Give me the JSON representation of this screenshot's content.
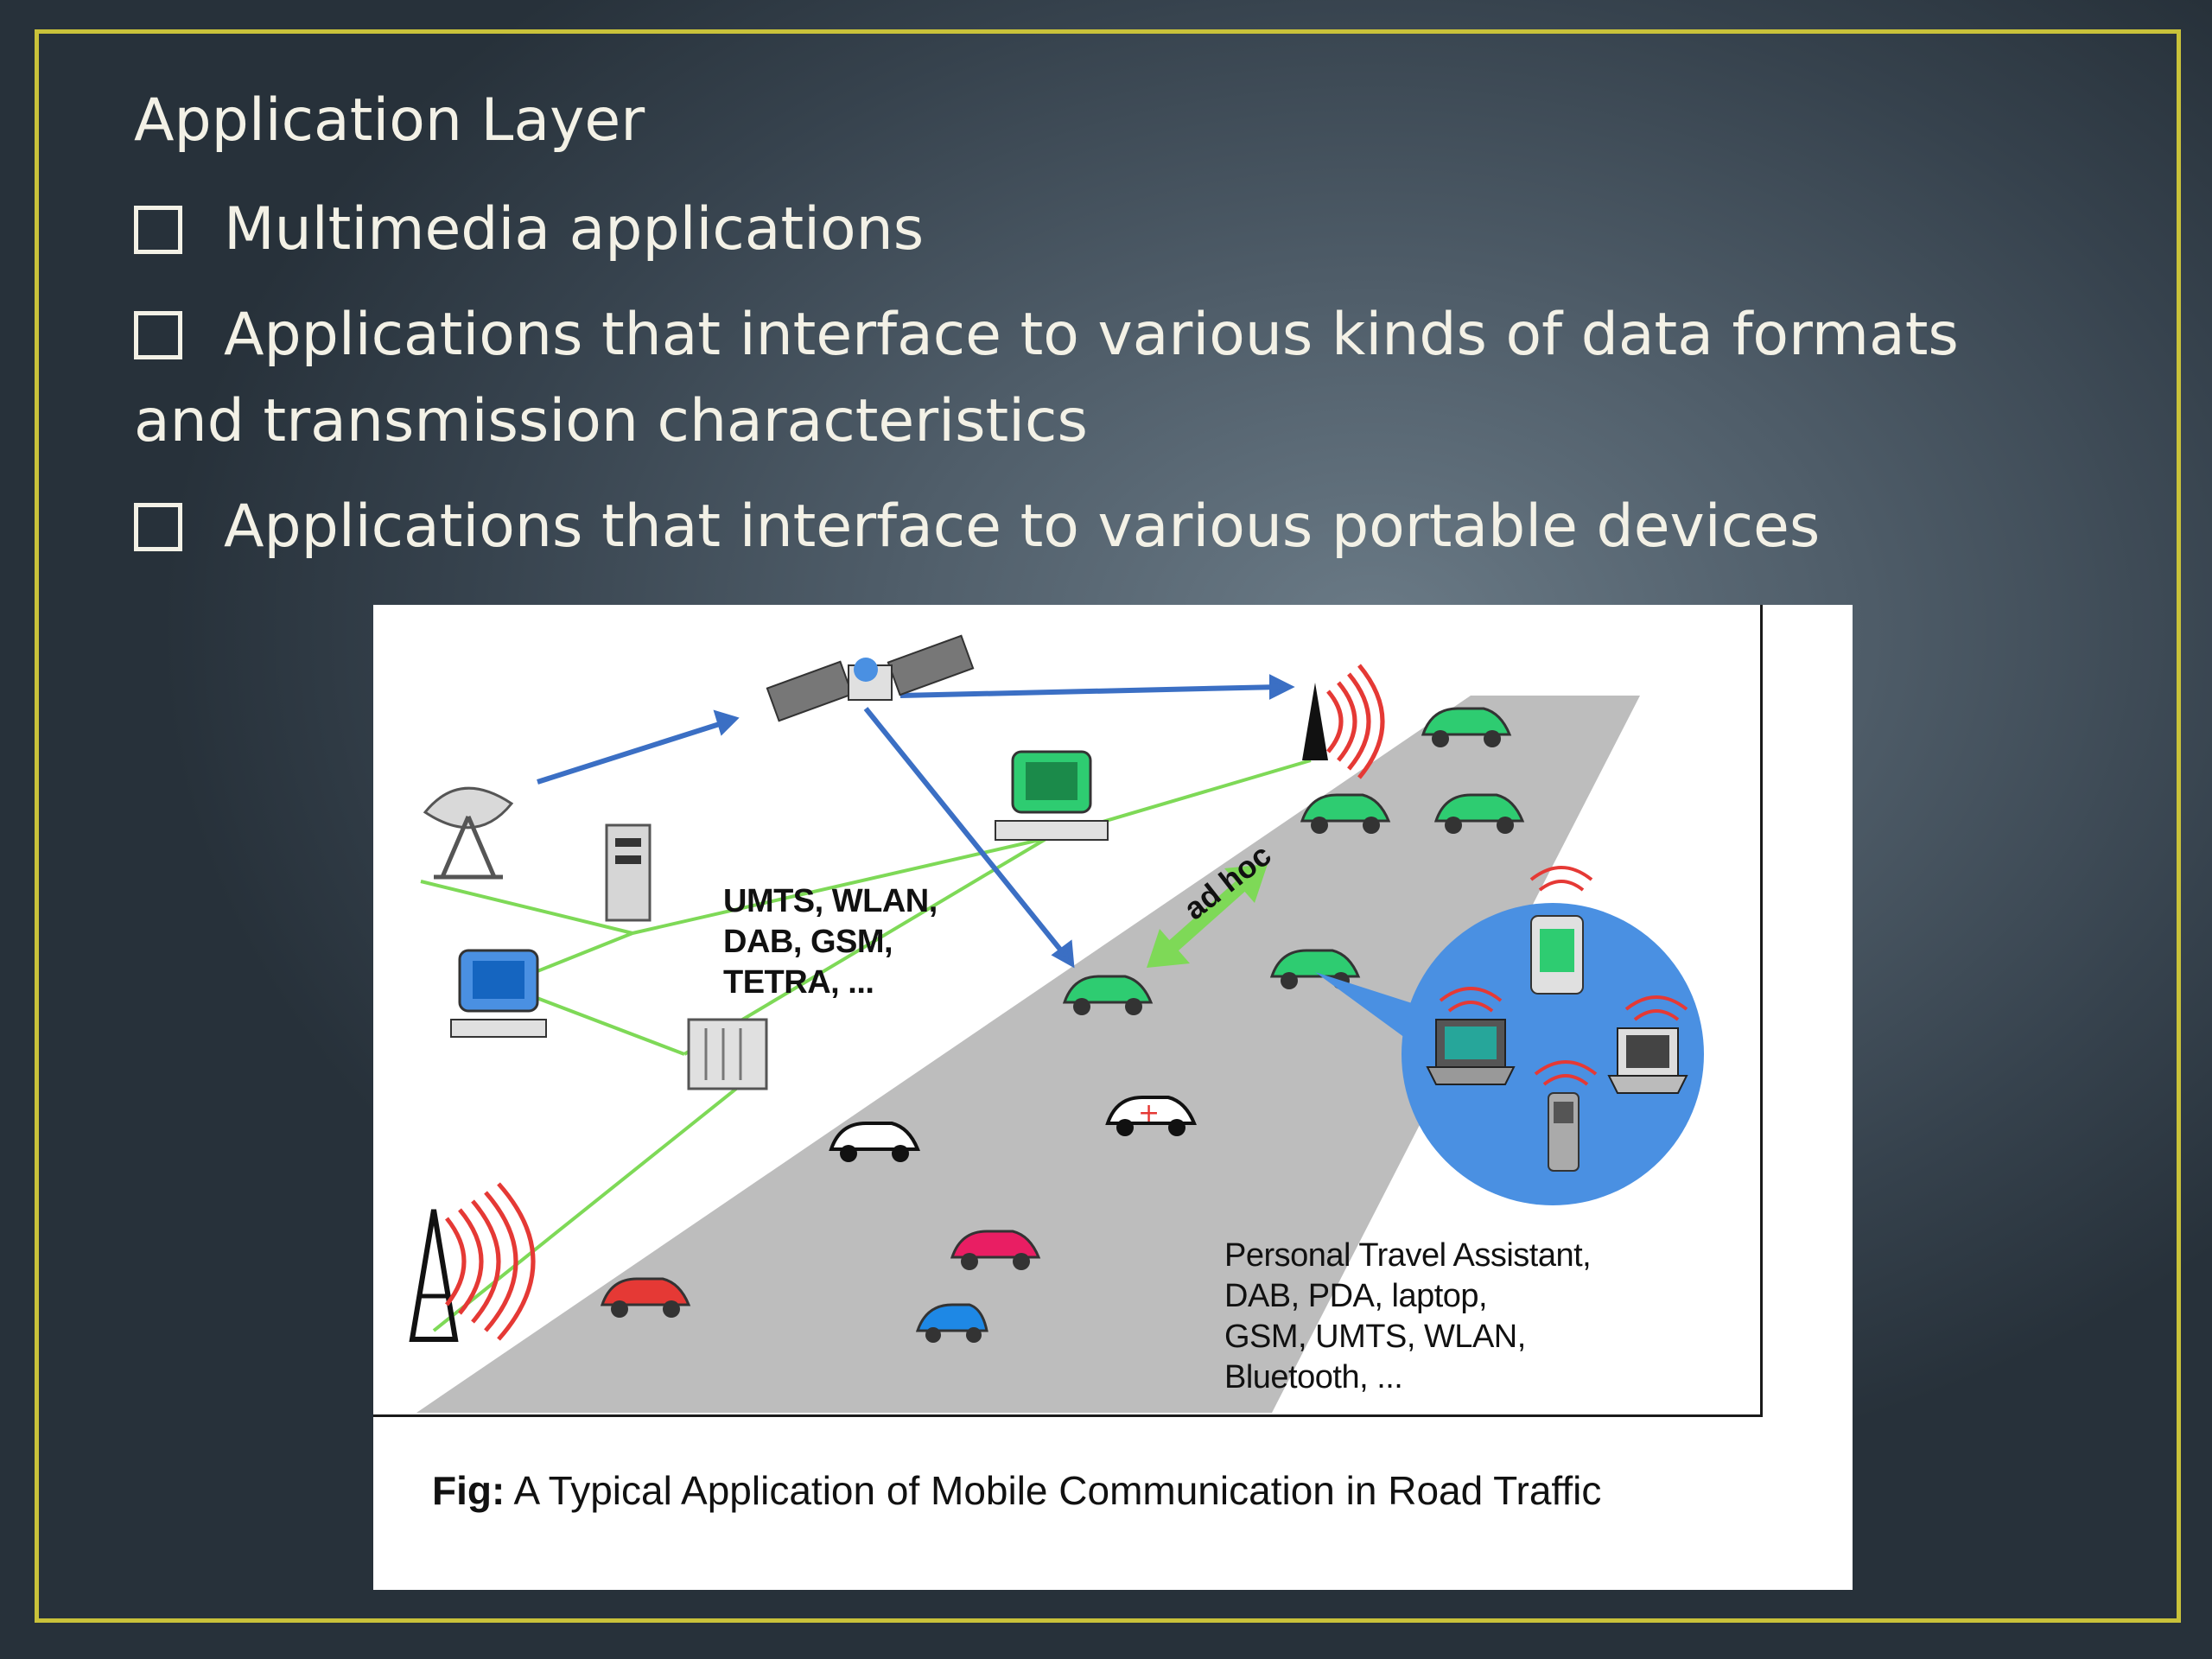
{
  "slide": {
    "title": "Application Layer",
    "bullets": [
      "Multimedia applications",
      "Applications that interface to various kinds of data formats and transmission characteristics",
      "Applications that interface to various portable devices"
    ]
  },
  "figure": {
    "left_label": "UMTS, WLAN,\nDAB, GSM,\nTETRA, ...",
    "adhoc_label": "ad hoc",
    "right_label": "Personal Travel Assistant,\nDAB, PDA, laptop,\nGSM, UMTS, WLAN,\nBluetooth, ...",
    "caption_prefix": "Fig:",
    "caption_text": " A Typical Application of Mobile Communication in Road Traffic"
  },
  "colors": {
    "frame": "#c9c23a",
    "car_green": "#2ecc71",
    "car_red": "#e53935",
    "car_pink": "#e91e63",
    "car_blue": "#1e88e5",
    "signal_red": "#e53935",
    "link_green": "#7ed957",
    "link_blue": "#3b6fc4",
    "device_bubble": "#4a90e2",
    "road": "#bdbdbd"
  },
  "icons": [
    "satellite-dish-icon",
    "satellite-icon",
    "server-icon",
    "desktop-computer-icon",
    "transmitter-tower-icon",
    "car-icon",
    "ambulance-icon",
    "police-car-icon",
    "tow-truck-icon",
    "laptop-icon",
    "pda-icon",
    "phone-icon"
  ]
}
